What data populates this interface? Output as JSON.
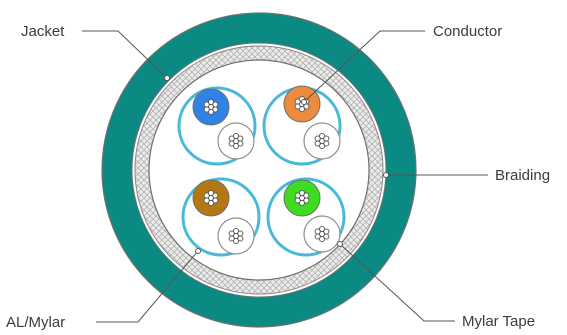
{
  "labels": {
    "jacket": "Jacket",
    "conductor": "Conductor",
    "braiding": "Braiding",
    "al_mylar": "AL/Mylar",
    "mylar_tape": "Mylar Tape"
  },
  "colors": {
    "jacket": "#0b8a84",
    "braiding": "#c9c9c9",
    "pair_ring": "#48b9d8",
    "pair_blue": "#2f82e6",
    "pair_orange": "#ee8a3e",
    "pair_brown": "#b57712",
    "pair_green": "#3ddc20"
  },
  "pairs": [
    {
      "name": "blue-pair",
      "color": "pair_blue"
    },
    {
      "name": "orange-pair",
      "color": "pair_orange"
    },
    {
      "name": "brown-pair",
      "color": "pair_brown"
    },
    {
      "name": "green-pair",
      "color": "pair_green"
    }
  ]
}
